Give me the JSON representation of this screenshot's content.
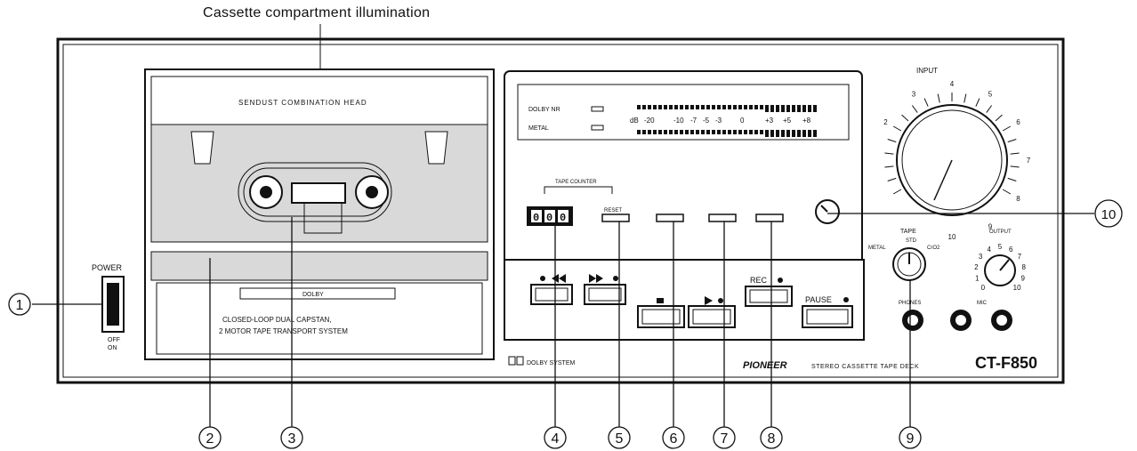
{
  "caption": "Cassette compartment illumination",
  "panel": {
    "power_label": "POWER",
    "power_off": "OFF",
    "power_on": "ON",
    "head_label": "SENDUST COMBINATION HEAD",
    "dolby_label": "DOLBY",
    "transport_text_1": "CLOSED-LOOP DUAL CAPSTAN,",
    "transport_text_2": "2 MOTOR TAPE TRANSPORT SYSTEM",
    "meter_dolby": "DOLBY NR",
    "meter_metal": "METAL",
    "meter_scale": [
      "dB",
      "-20",
      "-10",
      "-7",
      "-5",
      "-3",
      "0",
      "+3",
      "+5",
      "+8"
    ],
    "counter_digits": [
      "0",
      "0",
      "0"
    ],
    "tape_counter_label": "TAPE COUNTER",
    "reset_label": "RESET",
    "rec_label": "REC",
    "pause_label": "PAUSE",
    "input_label": "INPUT",
    "output_label": "OUTPUT",
    "tape_select_label": "TAPE",
    "tape_select_std": "STD",
    "tape_select_metal": "METAL",
    "tape_select_crox": "CrO2",
    "phones_label": "PHONES",
    "mic_label": "MIC",
    "input_dial": [
      "2",
      "3",
      "4",
      "5",
      "6",
      "7",
      "8",
      "9",
      "10"
    ],
    "output_dial": [
      "0",
      "1",
      "2",
      "3",
      "4",
      "5",
      "6",
      "7",
      "8",
      "9",
      "10"
    ],
    "brand": "PIONEER",
    "model_desc": "STEREO CASSETTE TAPE DECK",
    "model": "CT-F850",
    "dolby_system": "DOLBY SYSTEM"
  },
  "callouts": [
    "1",
    "2",
    "3",
    "4",
    "5",
    "6",
    "7",
    "8",
    "9",
    "10"
  ],
  "colors": {
    "ink": "#111111",
    "paper": "#ffffff",
    "shade": "#d9d9d9"
  }
}
